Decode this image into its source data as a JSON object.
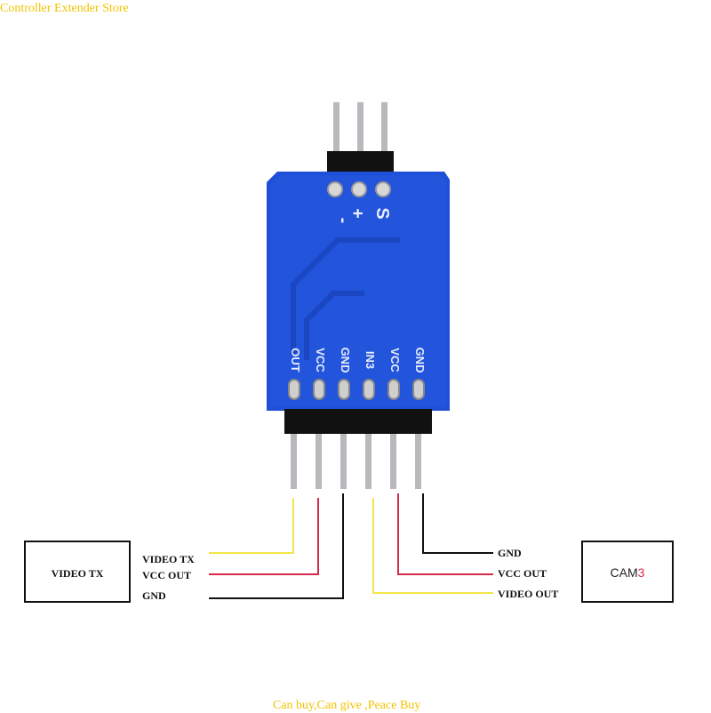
{
  "watermark": {
    "top": "Controller Extender Store",
    "bottom": "Can buy,Can give ,Peace Buy"
  },
  "board": {
    "top_pins": [
      "-",
      "+",
      "S"
    ],
    "bottom_pins": [
      "OUT",
      "VCC",
      "GND",
      "IN3",
      "VCC",
      "GND"
    ],
    "color": "#1f4fd6"
  },
  "left_box": {
    "title": "VIDEO TX",
    "wires": [
      "VIDEO TX",
      "VCC OUT",
      "GND"
    ]
  },
  "right_box": {
    "title": "CAM",
    "title_suffix": "3",
    "wires": [
      "GND",
      "VCC OUT",
      "VIDEO OUT"
    ]
  },
  "wire_colors": {
    "video": "#f3e64a",
    "vcc": "#d8294a",
    "gnd": "#111111"
  }
}
